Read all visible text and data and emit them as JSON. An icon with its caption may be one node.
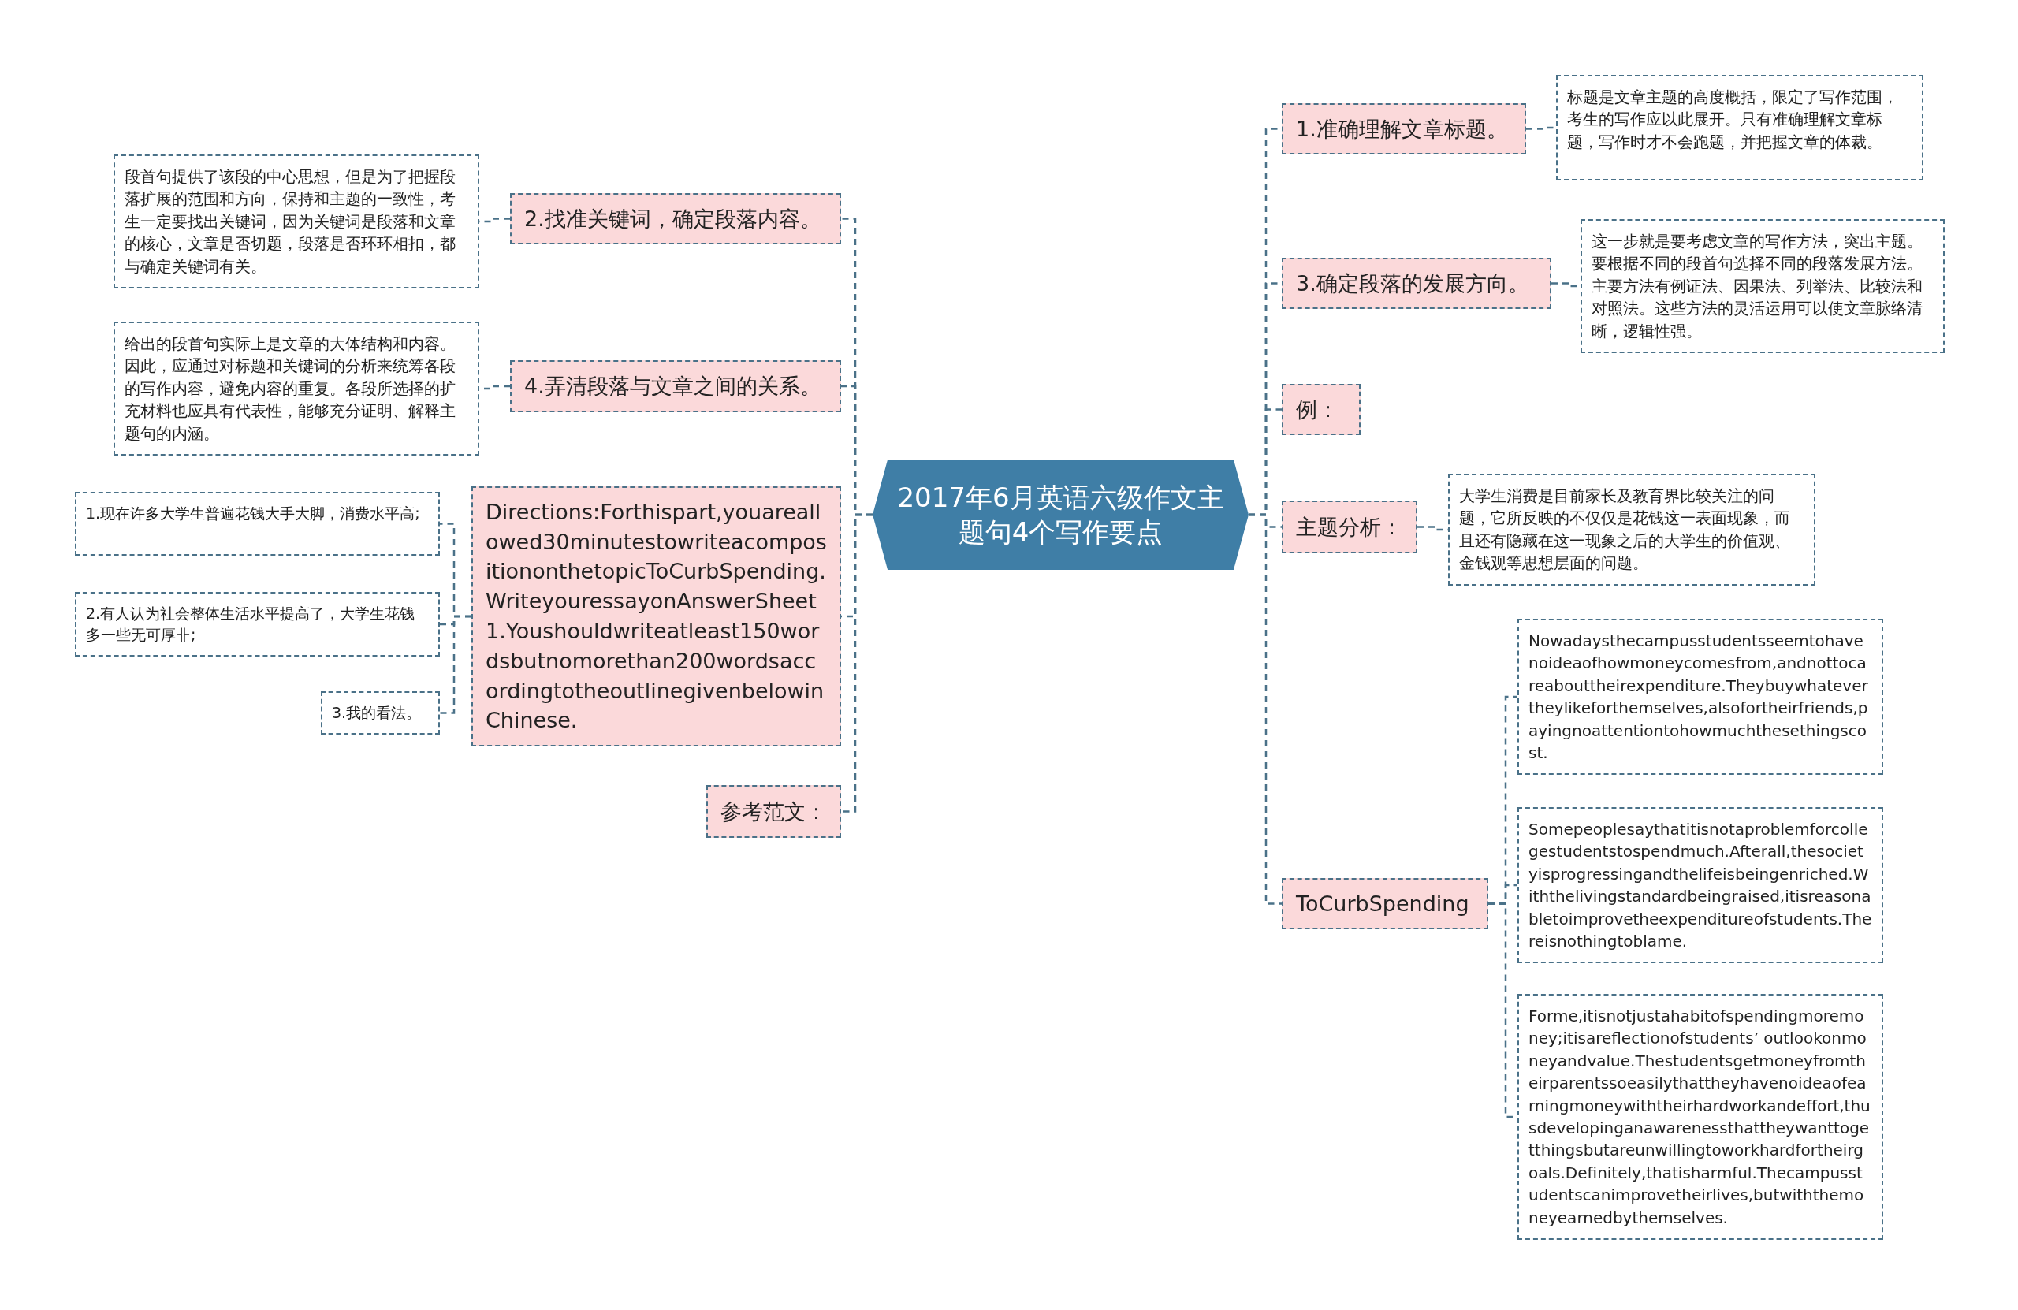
{
  "diagram": {
    "nodes": [
      {
        "text": [
          "2017年6月英语六级作文主题句4个写作要点"
        ]
      },
      {
        "text": [
          "1.准确理解文章标题。"
        ]
      },
      {
        "text": [
          "标题是文章主题的高度概括，限定了写作范围，考生的写作应以此展开。只有准确理解文章标题，写作时才不会跑题，并把握文章的体裁。"
        ]
      },
      {
        "text": [
          "3.确定段落的发展方向。"
        ]
      },
      {
        "text": [
          "这一步就是要考虑文章的写作方法，突出主题。要根据不同的段首句选择不同的段落发展方法。主要方法有例证法、因果法、列举法、比较法和对照法。这些方法的灵活运用可以使文章脉络清晰，逻辑性强。"
        ]
      },
      {
        "text": [
          "例："
        ]
      },
      {
        "text": [
          "主题分析："
        ]
      },
      {
        "text": [
          "大学生消费是目前家长及教育界比较关注的问题，它所反映的不仅仅是花钱这一表面现象，而且还有隐藏在这一现象之后的大学生的价值观、金钱观等思想层面的问题。"
        ]
      },
      {
        "text": [
          "ToCurbSpending"
        ]
      },
      {
        "text": [
          "Nowadaysthecampusstudentsseemtohavenoideaofhowmoneycomesfrom,andnottocareabouttheirexpenditure.Theybuywhatevertheylikeforthemselves,alsofortheirfriends,payingnoattentiontohowmuchthesethingscost."
        ]
      },
      {
        "text": [
          "Somepeoplesaythatitisnotaproblemforcollegestudentstospendmuch.Afterall,thesocietyisprogressingandthelifeisbeingenriched.Withthelivingstandardbeingraised,itisreasonabletoimprovetheexpenditureofstudents.Thereisnothingtoblame."
        ]
      },
      {
        "text": [
          "Forme,itisnotjustahabitofspendingmoremoney;itisareflectionofstudents’ outlookonmoneyandvalue.Thestudentsgetmoneyfromtheirparentssoeasilythattheyhavenoideaofearningmoneywiththeirhardworkandeffort,thusdevelopinganawarenessthattheywanttogetthingsbutareunwillingtoworkhardfortheirgoals.Definitely,thatisharmful.Thecampusstudentscanimprovetheirlives,butwiththemoneyearnedbythemselves."
        ]
      },
      {
        "text": [
          "2.找准关键词，确定段落内容。"
        ]
      },
      {
        "text": [
          "段首句提供了该段的中心思想，但是为了把握段落扩展的范围和方向，保持和主题的一致性，考生一定要找出关键词，因为关键词是段落和文章的核心，文章是否切题，段落是否环环相扣，都与确定关键词有关。"
        ]
      },
      {
        "text": [
          "4.弄清段落与文章之间的关系。"
        ]
      },
      {
        "text": [
          "给出的段首句实际上是文章的大体结构和内容。因此，应通过对标题和关键词的分析来统筹各段的写作内容，避免内容的重复。各段所选择的扩充材料也应具有代表性，能够充分证明、解释主题句的内涵。"
        ]
      },
      {
        "text": [
          "Directions:Forthispart,youareallowed30minutestowriteacompositiononthetopicToCurbSpending.WriteyouressayonAnswerSheet1.Youshouldwriteatleast150wordsbutnomorethan200wordsaccordingtotheoutlinegivenbelowinChinese."
        ]
      },
      {
        "text": [
          "1.现在许多大学生普遍花钱大手大脚，消费水平高;"
        ]
      },
      {
        "text": [
          "2.有人认为社会整体生活水平提高了，大学生花钱多一些无可厚非;"
        ]
      },
      {
        "text": [
          "3.我的看法。"
        ]
      },
      {
        "text": [
          "参考范文："
        ]
      }
    ],
    "edges": [
      {
        "from": 0,
        "to": 1,
        "arrow": "none",
        "style": "dashed"
      },
      {
        "from": 1,
        "to": 2,
        "arrow": "none",
        "style": "dashed"
      },
      {
        "from": 0,
        "to": 3,
        "arrow": "none",
        "style": "dashed"
      },
      {
        "from": 3,
        "to": 4,
        "arrow": "none",
        "style": "dashed"
      },
      {
        "from": 0,
        "to": 5,
        "arrow": "none",
        "style": "dashed"
      },
      {
        "from": 0,
        "to": 6,
        "arrow": "none",
        "style": "dashed"
      },
      {
        "from": 6,
        "to": 7,
        "arrow": "none",
        "style": "dashed"
      },
      {
        "from": 0,
        "to": 8,
        "arrow": "none",
        "style": "dashed"
      },
      {
        "from": 8,
        "to": 9,
        "arrow": "none",
        "style": "dashed"
      },
      {
        "from": 8,
        "to": 10,
        "arrow": "none",
        "style": "dashed"
      },
      {
        "from": 8,
        "to": 11,
        "arrow": "none",
        "style": "dashed"
      },
      {
        "from": 0,
        "to": 12,
        "arrow": "none",
        "style": "dashed"
      },
      {
        "from": 12,
        "to": 13,
        "arrow": "none",
        "style": "dashed"
      },
      {
        "from": 0,
        "to": 14,
        "arrow": "none",
        "style": "dashed"
      },
      {
        "from": 14,
        "to": 15,
        "arrow": "none",
        "style": "dashed"
      },
      {
        "from": 0,
        "to": 16,
        "arrow": "none",
        "style": "dashed"
      },
      {
        "from": 16,
        "to": 17,
        "arrow": "none",
        "style": "dashed"
      },
      {
        "from": 16,
        "to": 18,
        "arrow": "none",
        "style": "dashed"
      },
      {
        "from": 16,
        "to": 19,
        "arrow": "none",
        "style": "dashed"
      },
      {
        "from": 0,
        "to": 20,
        "arrow": "none",
        "style": "dashed"
      }
    ]
  }
}
